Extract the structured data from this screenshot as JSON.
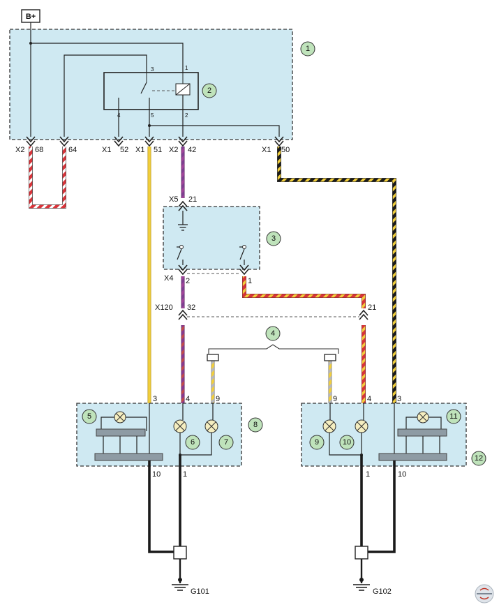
{
  "supply_label": "B+",
  "callouts": {
    "c1": "1",
    "c2": "2",
    "c3": "3",
    "c4": "4",
    "c5": "5",
    "c6": "6",
    "c7": "7",
    "c8": "8",
    "c9": "9",
    "c10": "10",
    "c11": "11",
    "c12": "12"
  },
  "connectors": {
    "x2_68": {
      "name": "X2",
      "pin": "68"
    },
    "x2_64": {
      "pin": "64"
    },
    "x1_52": {
      "name": "X1",
      "pin": "52"
    },
    "x1_51": {
      "name": "X1",
      "pin": "51"
    },
    "x2_42": {
      "name": "X2",
      "pin": "42"
    },
    "x1_50": {
      "name": "X1",
      "pin": "50"
    },
    "x5_21": {
      "name": "X5",
      "pin": "21"
    },
    "x4_2": {
      "name": "X4",
      "pin": "2"
    },
    "x4_1": {
      "pin": "1"
    },
    "x120_32": {
      "name": "X120",
      "pin": "32"
    },
    "x120_21": {
      "pin": "21"
    }
  },
  "relay_pins": {
    "p1": "1",
    "p2": "2",
    "p3": "3",
    "p4": "4",
    "p5": "5"
  },
  "lamp_left_pins": {
    "p3": "3",
    "p4": "4",
    "p9": "9",
    "p10": "10",
    "p1": "1"
  },
  "lamp_right_pins": {
    "p9": "9",
    "p4": "4",
    "p3": "3",
    "p1": "1",
    "p10": "10"
  },
  "grounds": {
    "left": "G101",
    "right": "G102"
  },
  "wire_colors": {
    "red": "#d8343a",
    "yellow": "#f2cf3c",
    "black": "#1a1a1a",
    "violet": "#9a3a88",
    "white": "#ffffff"
  }
}
